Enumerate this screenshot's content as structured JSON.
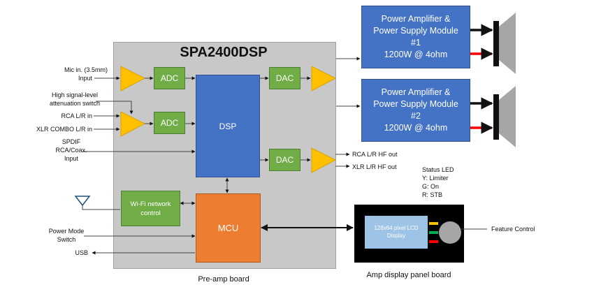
{
  "title": "SPA2400DSP",
  "board_labels": {
    "preamp": "Pre-amp board",
    "display_panel": "Amp display panel board"
  },
  "blocks": {
    "adc1": "ADC",
    "adc2": "ADC",
    "dsp": "DSP",
    "dac1": "DAC",
    "dac2": "DAC",
    "wifi": "Wi-Fi network control",
    "mcu": "MCU",
    "lcd": "128x64 pixel LCD Display"
  },
  "amp_modules": [
    {
      "line1": "Power Amplifier &",
      "line2": "Power Supply Module",
      "line3": "#1",
      "line4": "1200W @ 4ohm"
    },
    {
      "line1": "Power Amplifier &",
      "line2": "Power Supply Module",
      "line3": "#2",
      "line4": "1200W @ 4ohm"
    }
  ],
  "inputs": {
    "mic": [
      "Mic in. (3.5mm)",
      "Input"
    ],
    "high_level": [
      "High  signal-level",
      "attenuation switch"
    ],
    "rca": "RCA L/R in",
    "xlr": "XLR COMBO L/R in",
    "spdif": [
      "SPDIF",
      "RCA/Coax.",
      "Input"
    ],
    "power_mode": [
      "Power Mode",
      "Switch"
    ],
    "usb": "USB"
  },
  "outputs": {
    "rca_hf": "RCA L/R HF out",
    "xlr_hf": "XLR L/R HF out"
  },
  "status_led": [
    "Status LED",
    "Y: Limiter",
    "G: On",
    "R: STB"
  ],
  "feature_control": "Feature Control",
  "colors": {
    "board": "#c8c8c8",
    "module_blue": "#4472c4",
    "block_green": "#70ad47",
    "mcu_orange": "#ed7d31",
    "amp_yellow": "#ffc000",
    "speaker_gray": "#a6a6a6",
    "led_yellow": "#ffc000",
    "led_green": "#00b050",
    "led_red": "#ff0000",
    "arrow_red": "#ff0000"
  }
}
